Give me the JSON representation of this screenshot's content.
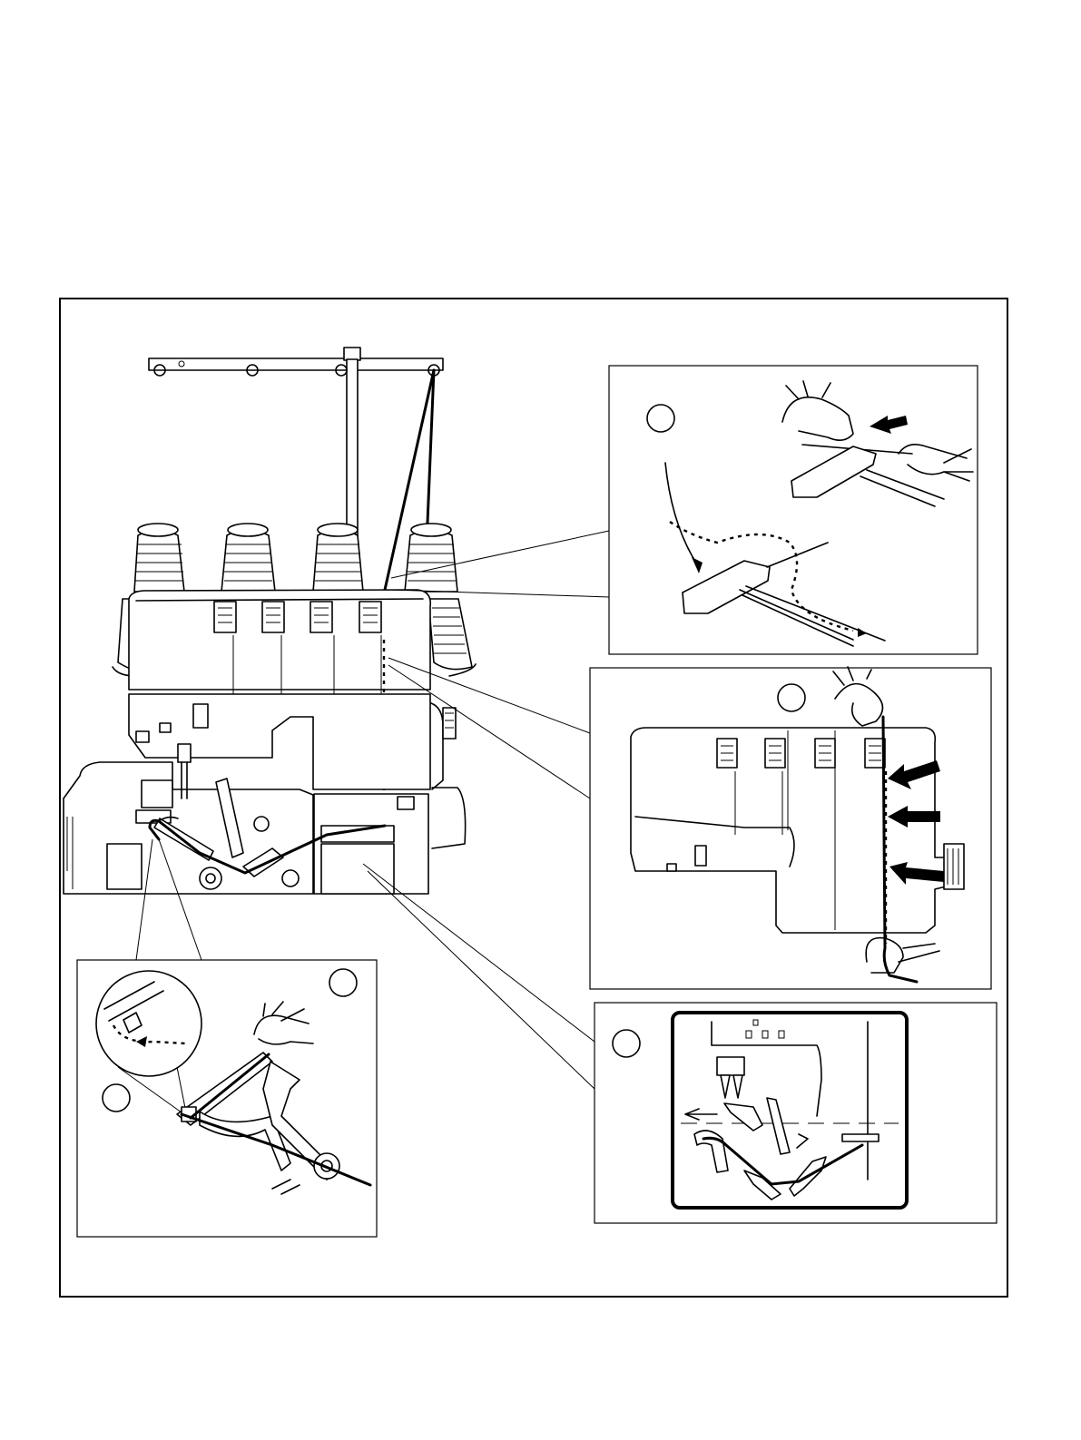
{
  "figure": {
    "description_icons": [
      "thread-stand-icon",
      "thread-cone-icon",
      "overlock-machine-icon",
      "hand-icon",
      "thread-arrow-icon",
      "looper-icon",
      "needle-icon"
    ],
    "callout_markers": [
      {
        "id": "marker-tension-dial",
        "label": ""
      },
      {
        "id": "marker-thread-guides",
        "label": ""
      },
      {
        "id": "marker-looper-path",
        "label": ""
      },
      {
        "id": "marker-lower-looper-a",
        "label": ""
      },
      {
        "id": "marker-lower-looper-b",
        "label": ""
      }
    ]
  }
}
